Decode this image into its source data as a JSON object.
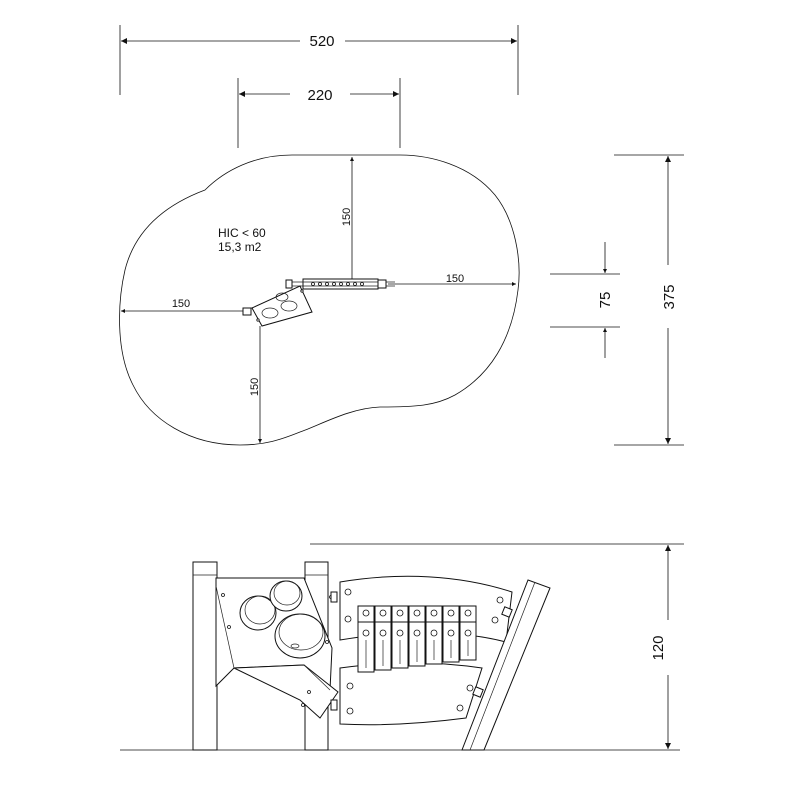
{
  "top_view": {
    "overall_width": "520",
    "inner_width": "220",
    "overall_depth": "375",
    "gap_depth": "75",
    "radius_top": "150",
    "radius_right": "150",
    "radius_left": "150",
    "radius_bottom": "150",
    "safety_note": {
      "hic": "HIC < 60",
      "area": "15,3 m2"
    }
  },
  "side_view": {
    "height": "120"
  }
}
